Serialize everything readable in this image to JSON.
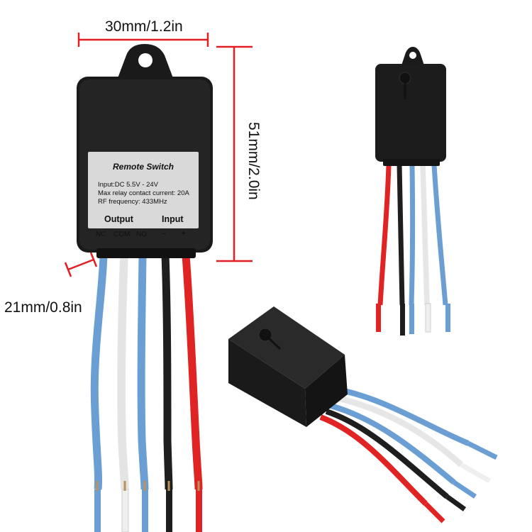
{
  "dimensions": {
    "width_label": "30mm/1.2in",
    "height_label": "51mm/2.0in",
    "wire_gap_label": "21mm/0.8in",
    "dimension_line_color": "#e31e24"
  },
  "label": {
    "title": "Remote Switch",
    "input_spec": "Input:DC 5.5V - 24V",
    "relay_spec": "Max relay contact current: 20A",
    "rf_spec": "RF frequency:  433MHz",
    "output_heading": "Output",
    "input_heading": "Input",
    "pins": [
      "NC",
      "COM",
      "NO",
      "–",
      "+"
    ]
  },
  "colors": {
    "housing": "#1a1a1a",
    "wire_blue": "#6b9fd4",
    "wire_white": "#f2f2f2",
    "wire_black": "#1e1e1e",
    "wire_red": "#e02424"
  }
}
